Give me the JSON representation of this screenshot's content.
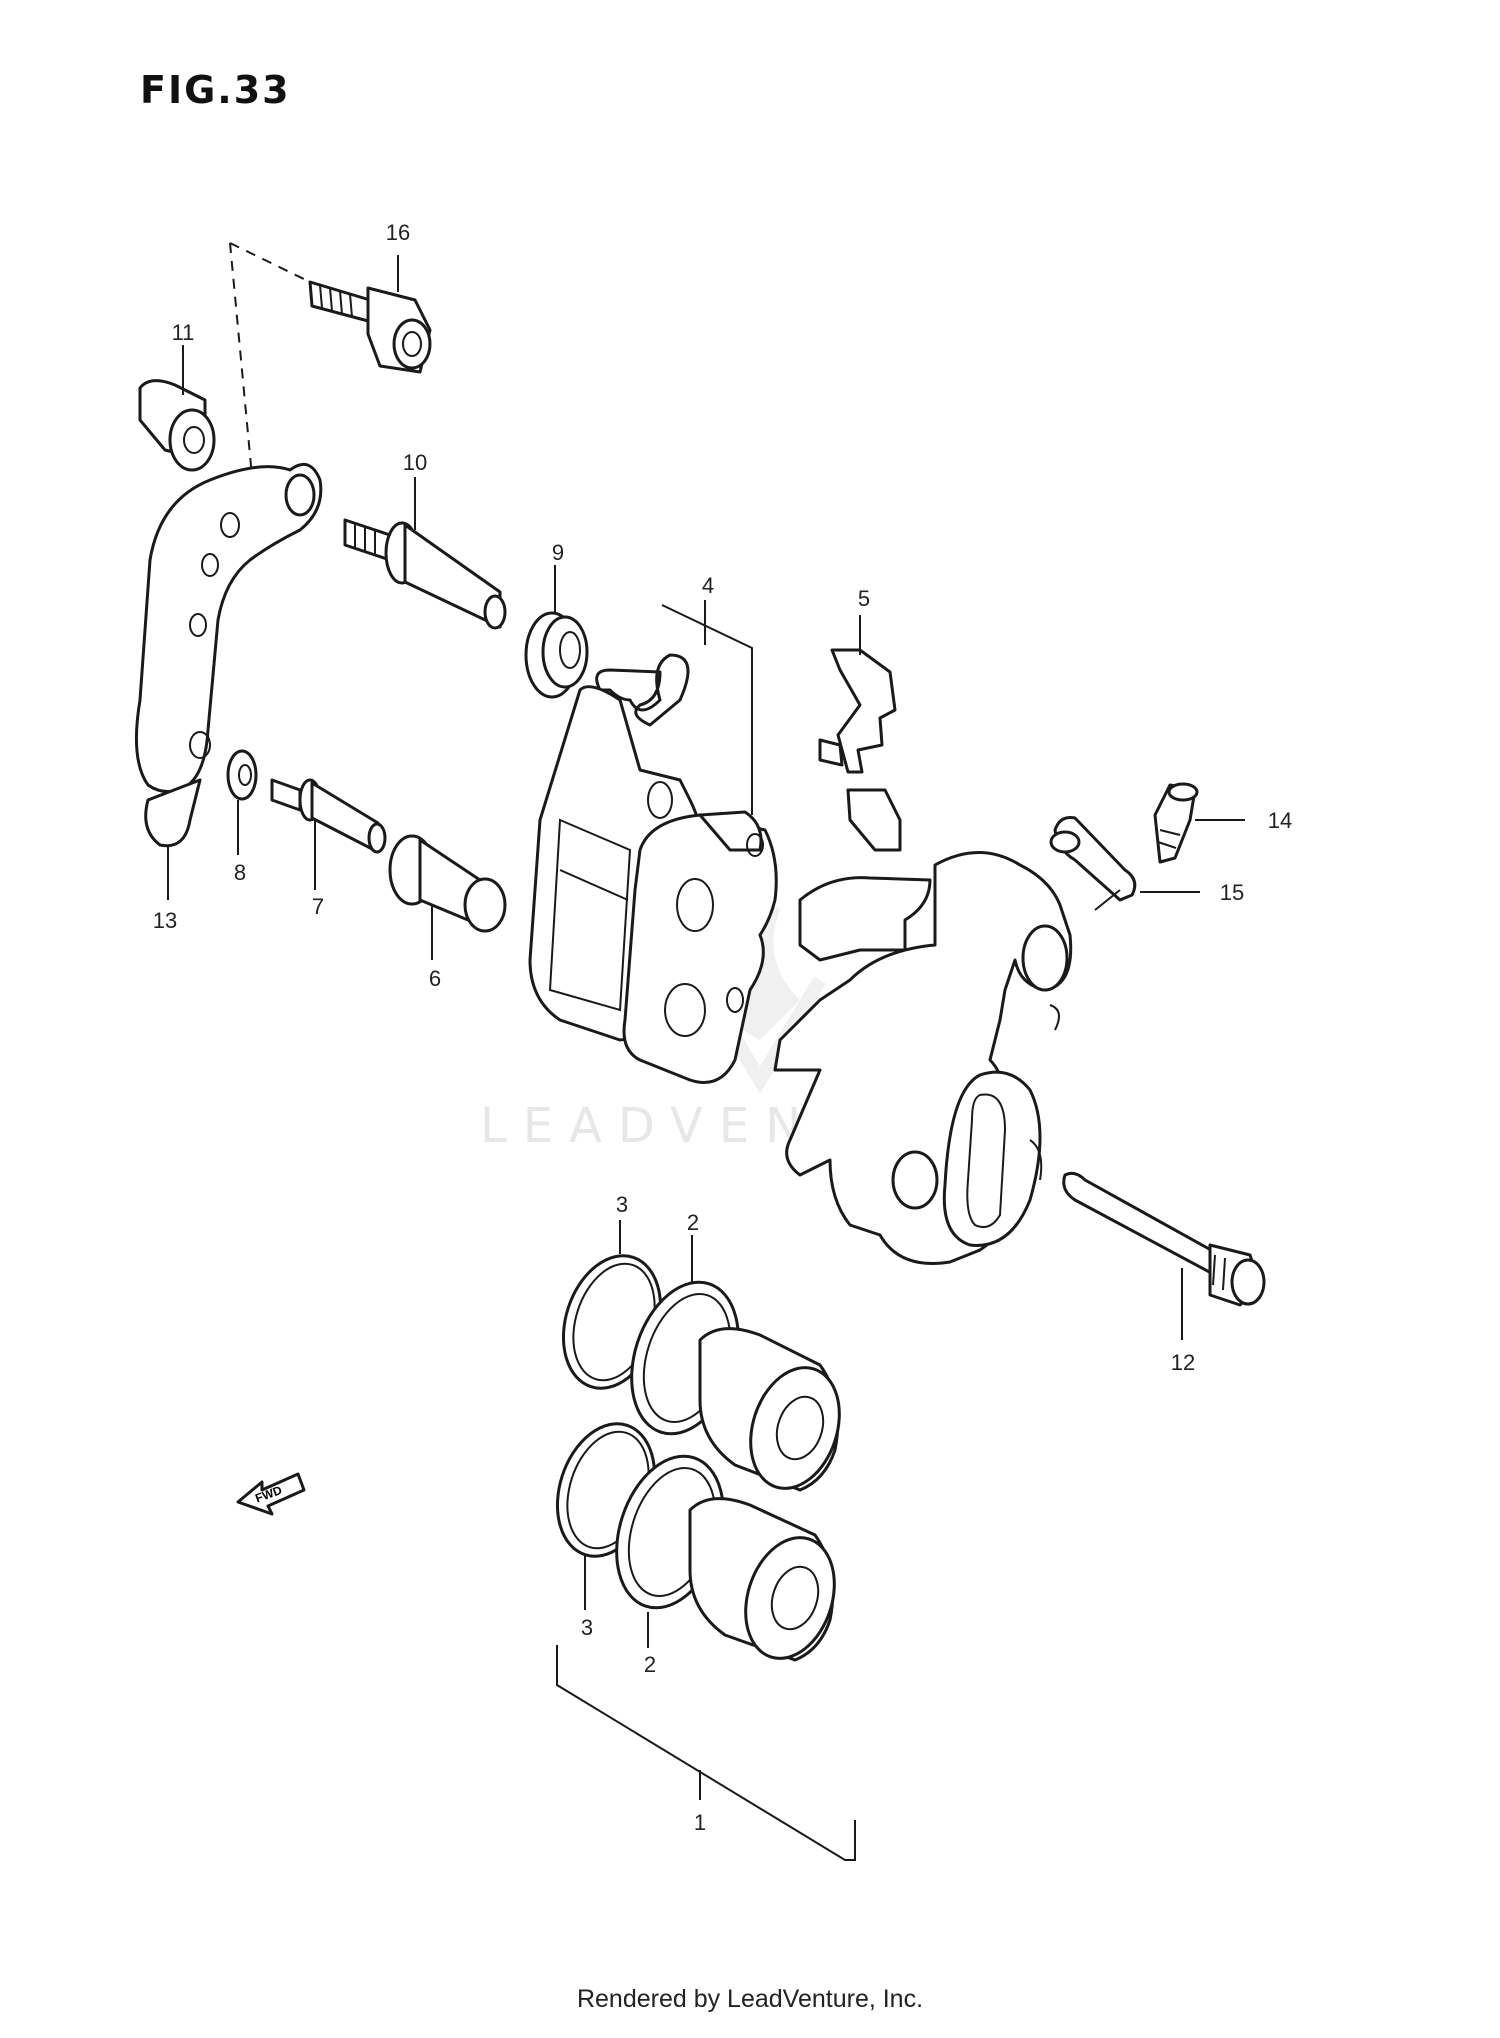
{
  "figure": {
    "title": "FIG.33"
  },
  "callouts": [
    {
      "id": "1",
      "text": "1"
    },
    {
      "id": "2a",
      "text": "2"
    },
    {
      "id": "2b",
      "text": "2"
    },
    {
      "id": "3a",
      "text": "3"
    },
    {
      "id": "3b",
      "text": "3"
    },
    {
      "id": "4",
      "text": "4"
    },
    {
      "id": "5",
      "text": "5"
    },
    {
      "id": "6",
      "text": "6"
    },
    {
      "id": "7",
      "text": "7"
    },
    {
      "id": "8",
      "text": "8"
    },
    {
      "id": "9",
      "text": "9"
    },
    {
      "id": "10",
      "text": "10"
    },
    {
      "id": "11",
      "text": "11"
    },
    {
      "id": "12",
      "text": "12"
    },
    {
      "id": "13",
      "text": "13"
    },
    {
      "id": "14",
      "text": "14"
    },
    {
      "id": "15",
      "text": "15"
    },
    {
      "id": "16",
      "text": "16"
    }
  ],
  "direction_marker": {
    "text": "FWD"
  },
  "watermark": {
    "text": "LEADVENTURE"
  },
  "footer": {
    "text": "Rendered by LeadVenture, Inc."
  }
}
